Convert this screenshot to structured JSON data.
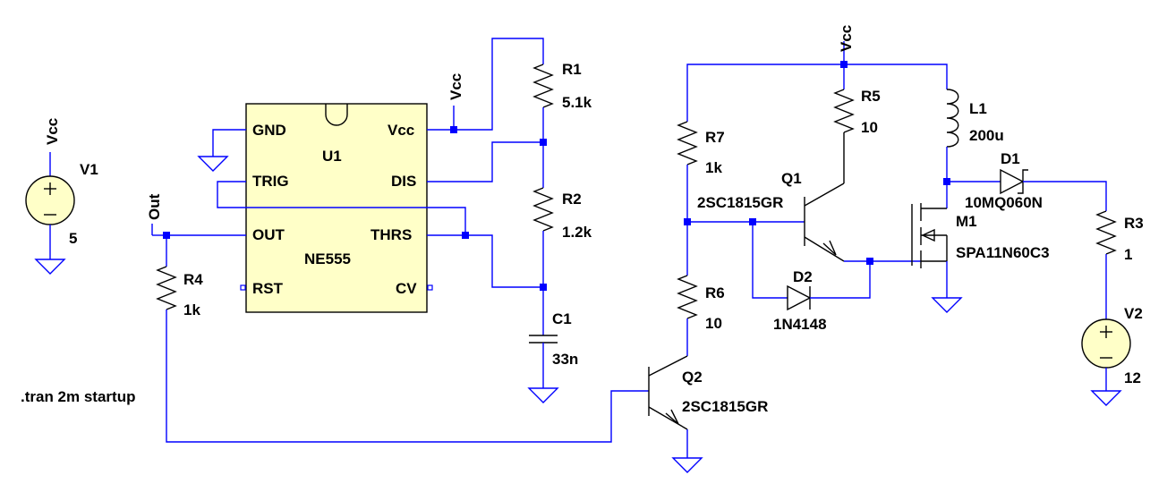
{
  "labels": {
    "vcc": "Vcc",
    "out_net": "Out",
    "v1_name": "V1",
    "v1_value": "5",
    "v2_name": "V2",
    "v2_value": "12",
    "u1_name": "U1",
    "u1_type": "NE555",
    "pin_gnd": "GND",
    "pin_vcc": "Vcc",
    "pin_trig": "TRIG",
    "pin_dis": "DIS",
    "pin_out": "OUT",
    "pin_thrs": "THRS",
    "pin_rst": "RST",
    "pin_cv": "CV",
    "r1_name": "R1",
    "r1_value": "5.1k",
    "r2_name": "R2",
    "r2_value": "1.2k",
    "c1_name": "C1",
    "c1_value": "33n",
    "r4_name": "R4",
    "r4_value": "1k",
    "r5_name": "R5",
    "r5_value": "10",
    "r6_name": "R6",
    "r6_value": "10",
    "r7_name": "R7",
    "r7_value": "1k",
    "r3_name": "R3",
    "r3_value": "1",
    "l1_name": "L1",
    "l1_value": "200u",
    "d1_name": "D1",
    "d1_value": "10MQ060N",
    "d2_name": "D2",
    "d2_value": "1N4148",
    "q1_name": "Q1",
    "q1_value": "2SC1815GR",
    "q2_name": "Q2",
    "q2_value": "2SC1815GR",
    "m1_name": "M1",
    "m1_value": "SPA11N60C3",
    "directive": ".tran 2m startup"
  },
  "colors": {
    "wire": "#0000ff",
    "component": "#000000",
    "component_fill": "#ffffc8",
    "background": "#ffffff"
  }
}
